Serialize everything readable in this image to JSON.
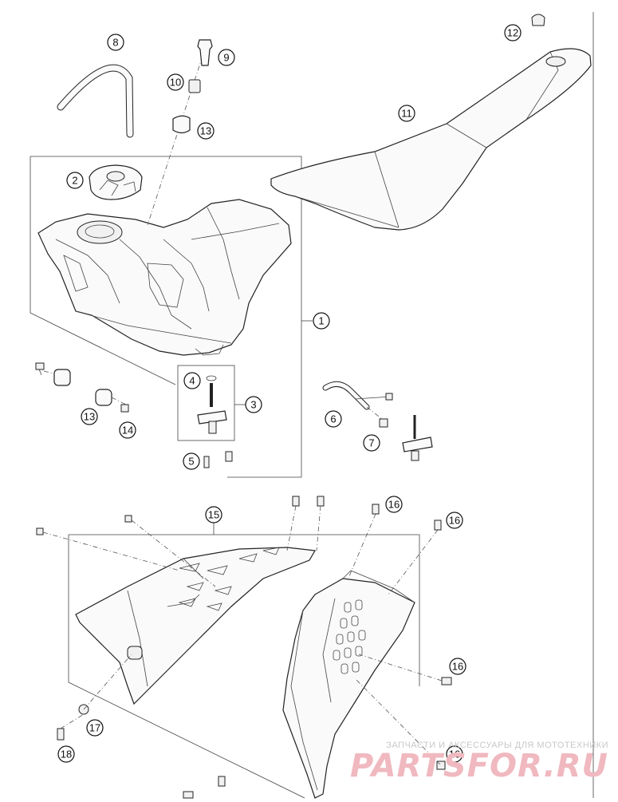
{
  "callouts": [
    {
      "label": "1"
    },
    {
      "label": "2"
    },
    {
      "label": "3"
    },
    {
      "label": "4"
    },
    {
      "label": "5"
    },
    {
      "label": "6"
    },
    {
      "label": "7"
    },
    {
      "label": "8"
    },
    {
      "label": "9"
    },
    {
      "label": "10"
    },
    {
      "label": "11"
    },
    {
      "label": "12"
    },
    {
      "label": "13"
    },
    {
      "label": "13"
    },
    {
      "label": "14"
    },
    {
      "label": "15"
    },
    {
      "label": "16"
    },
    {
      "label": "16"
    },
    {
      "label": "16"
    },
    {
      "label": "16"
    },
    {
      "label": "17"
    },
    {
      "label": "18"
    }
  ],
  "watermark": {
    "caption": "ЗАПЧАСТИ И АКСЕССУАРЫ ДЛЯ МОТОТЕХНИКИ",
    "brand": "PARTSFOR.RU"
  },
  "colors": {
    "line": "#222222",
    "watermark_brand": "#f0b8bf",
    "watermark_caption": "#c8c8c8"
  }
}
